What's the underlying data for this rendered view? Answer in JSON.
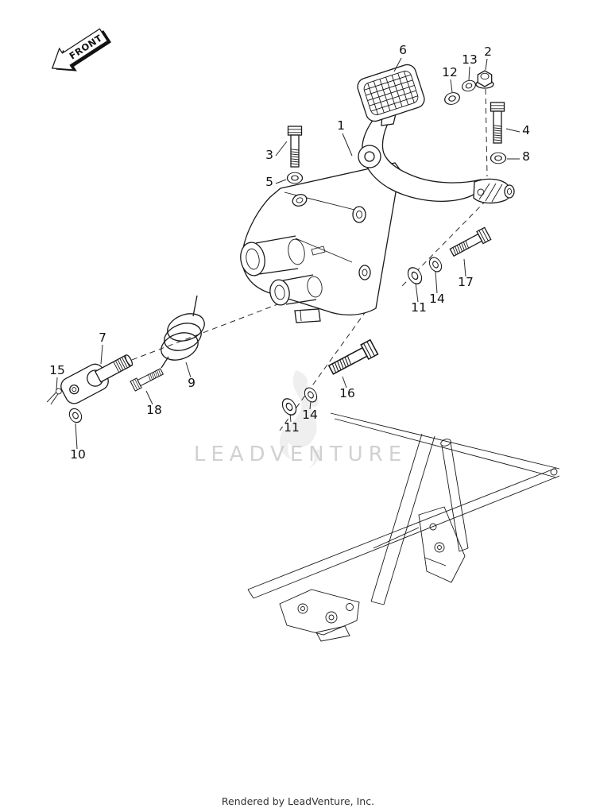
{
  "page": {
    "front_label": "FRONT",
    "watermark": "LEADVENTURE",
    "footer_credit": "Rendered by LeadVenture, Inc."
  },
  "diagram": {
    "callouts": [
      {
        "label": "6"
      },
      {
        "label": "12"
      },
      {
        "label": "13"
      },
      {
        "label": "2"
      },
      {
        "label": "1"
      },
      {
        "label": "3"
      },
      {
        "label": "4"
      },
      {
        "label": "5"
      },
      {
        "label": "8"
      },
      {
        "label": "17"
      },
      {
        "label": "14"
      },
      {
        "label": "11"
      },
      {
        "label": "7"
      },
      {
        "label": "9"
      },
      {
        "label": "15"
      },
      {
        "label": "18"
      },
      {
        "label": "10"
      },
      {
        "label": "16"
      },
      {
        "label": "14"
      },
      {
        "label": "11"
      }
    ],
    "colors": {
      "line": "#1a1a1a",
      "watermark": "#c9c9c9",
      "paper": "#ffffff"
    }
  }
}
